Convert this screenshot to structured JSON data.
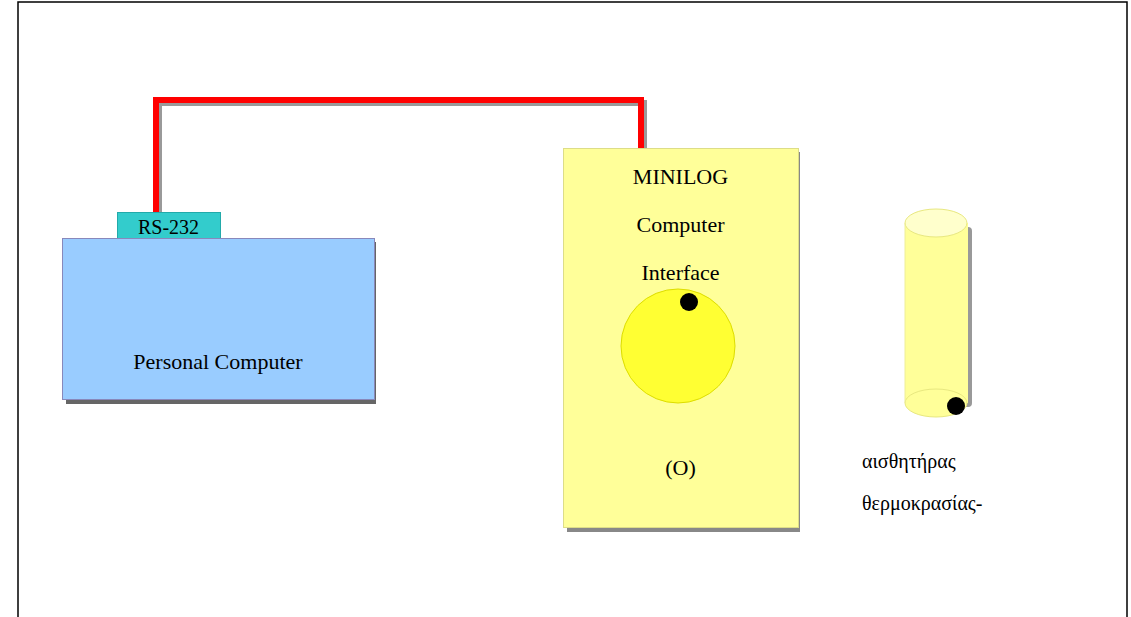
{
  "diagram": {
    "nodes": [
      {
        "text": [
          "RS-232"
        ]
      },
      {
        "text": [
          "Personal Computer"
        ]
      },
      {
        "text": [
          "MINILOG Computer Interface",
          "(O)"
        ]
      },
      {
        "text": [
          "αισθητήρας θερμοκρασίας-"
        ]
      }
    ],
    "edges": [
      {
        "from": 0,
        "to": 2,
        "arrow": "none"
      }
    ]
  }
}
